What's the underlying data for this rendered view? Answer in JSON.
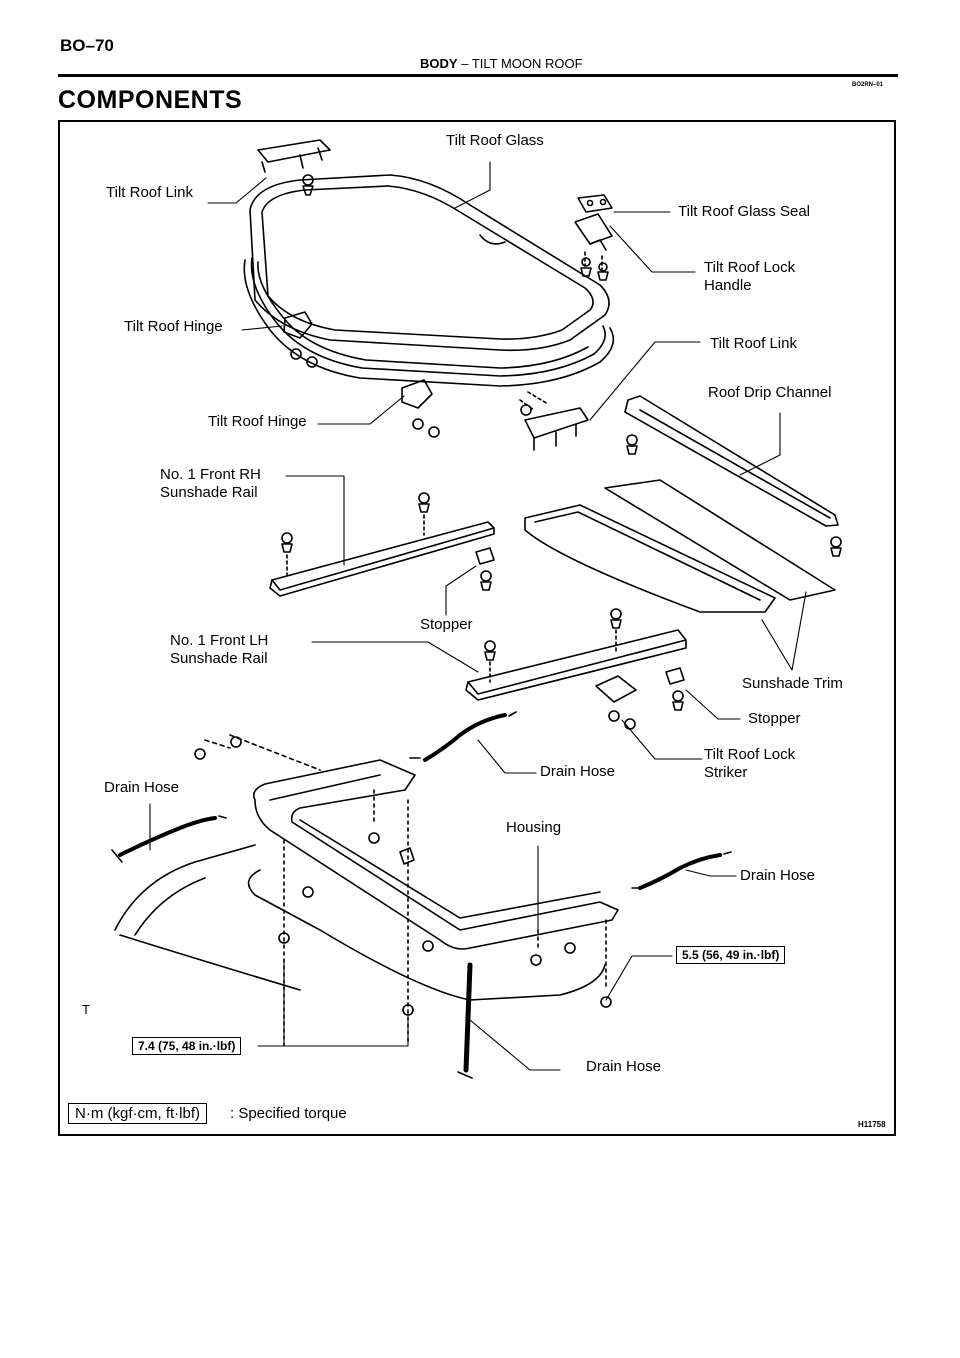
{
  "header": {
    "page_code": "BO–70",
    "section": "BODY",
    "separator": "–",
    "subsection": "TILT MOON ROOF",
    "doc_code": "BO2RN–01",
    "title": "COMPONENTS"
  },
  "labels": {
    "tilt_roof_glass": "Tilt Roof Glass",
    "tilt_roof_link_left": "Tilt Roof Link",
    "tilt_roof_glass_seal": "Tilt Roof Glass Seal",
    "tilt_roof_lock_handle_1": "Tilt Roof Lock",
    "tilt_roof_lock_handle_2": "Handle",
    "tilt_roof_hinge_upper": "Tilt Roof Hinge",
    "tilt_roof_link_right": "Tilt Roof Link",
    "roof_drip_channel": "Roof Drip Channel",
    "tilt_roof_hinge_lower": "Tilt Roof Hinge",
    "front_rh_rail_1": "No. 1 Front RH",
    "front_rh_rail_2": "Sunshade Rail",
    "stopper_center": "Stopper",
    "front_lh_rail_1": "No. 1 Front LH",
    "front_lh_rail_2": "Sunshade Rail",
    "sunshade_trim": "Sunshade Trim",
    "stopper_right": "Stopper",
    "tilt_roof_lock_striker_1": "Tilt Roof Lock",
    "tilt_roof_lock_striker_2": "Striker",
    "drain_hose_center": "Drain Hose",
    "drain_hose_left": "Drain Hose",
    "housing": "Housing",
    "drain_hose_right": "Drain Hose",
    "drain_hose_bottom": "Drain Hose",
    "t_mark": "T"
  },
  "torque": {
    "right": "5.5 (56, 49 in.·lbf)",
    "left": "7.4 (75, 48 in.·lbf)"
  },
  "legend": {
    "unit": "N·m (kgf·cm, ft·lbf)",
    "text": ": Specified torque"
  },
  "figure_code": "H11758"
}
